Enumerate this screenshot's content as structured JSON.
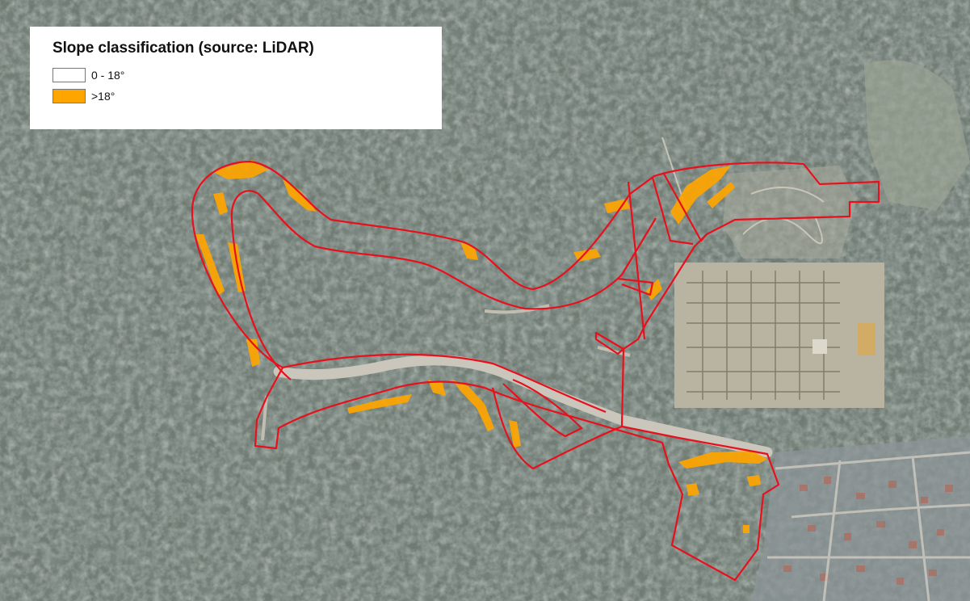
{
  "legend": {
    "title": "Slope classification (source: LiDAR)",
    "classes": [
      {
        "label": "0 - 18°",
        "fill": "#ffffff"
      },
      {
        "label": ">18°",
        "fill": "#ffa500"
      }
    ]
  },
  "colors": {
    "boundary": "#e8101c",
    "steep_slope": "#ffa500",
    "forest_base": "#6e7a72",
    "road": "#c9c6bd",
    "substation": "#b8b2a0",
    "suburb": "#8c9497"
  }
}
